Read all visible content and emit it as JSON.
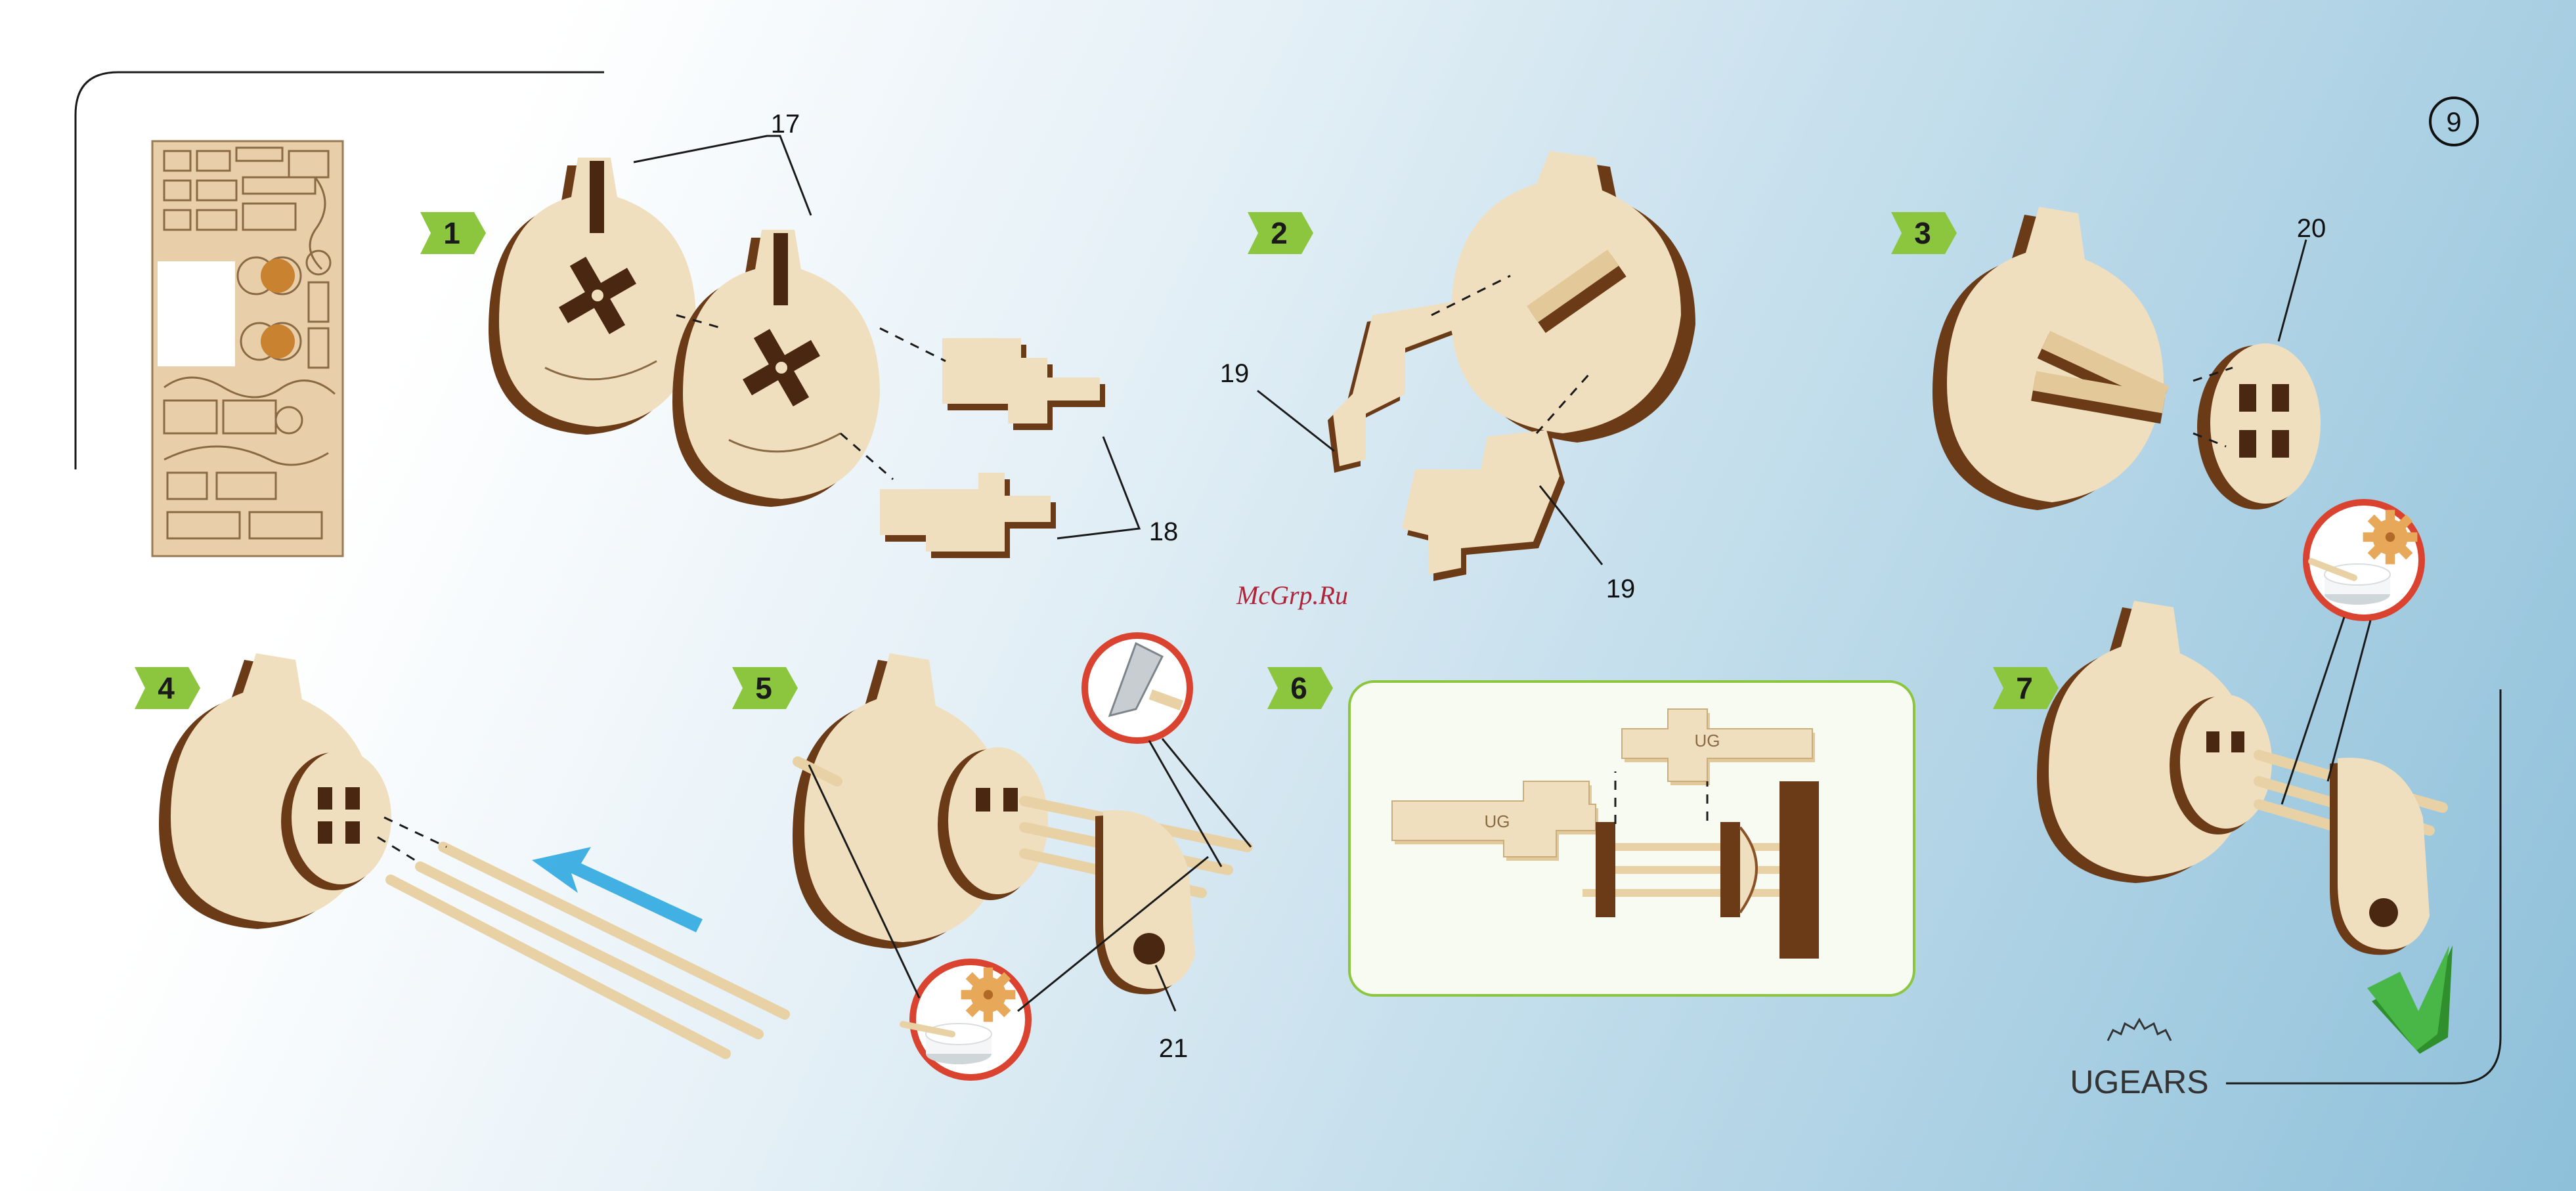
{
  "page_number": "9",
  "watermark": "McGrp.Ru",
  "brand": {
    "name": "UGEARS"
  },
  "steps": [
    {
      "label": "1"
    },
    {
      "label": "2"
    },
    {
      "label": "3"
    },
    {
      "label": "4"
    },
    {
      "label": "5"
    },
    {
      "label": "6"
    },
    {
      "label": "7"
    }
  ],
  "part_numbers": {
    "p17": "17",
    "p18": "18",
    "p19a": "19",
    "p19b": "19",
    "p20": "20",
    "p21": "21"
  },
  "part_lettering": {
    "ug1": "UG",
    "ug2": "UG"
  },
  "colors": {
    "step_badge": "#8cc63f",
    "callout_ring": "#d9432f",
    "arrow": "#2fa8e0",
    "checkmark": "#3fae3a",
    "panel_border": "#8cc63f",
    "wood_light": "#f0dfbe",
    "wood_dark": "#6b3b17"
  },
  "icons": [
    "wax-candle-icon",
    "utility-knife-icon",
    "checkmark-icon",
    "gear-logo-icon",
    "insert-arrow-icon"
  ]
}
